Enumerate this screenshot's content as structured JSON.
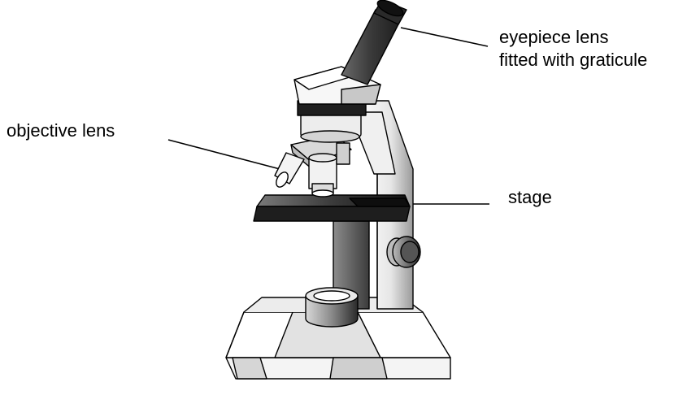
{
  "labels": {
    "eyepiece_line1": "eyepiece lens",
    "eyepiece_line2": "fitted with graticule",
    "objective": "objective lens",
    "stage": "stage"
  },
  "colors": {
    "outline": "#000000",
    "background": "#ffffff",
    "stage_dark": "#2b2b2b",
    "tube_dark": "#4a4a4a"
  }
}
